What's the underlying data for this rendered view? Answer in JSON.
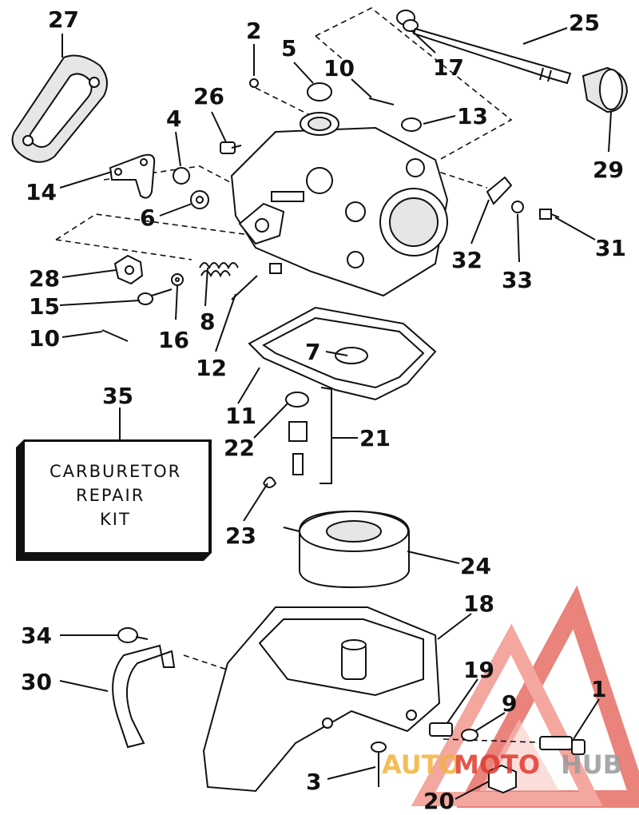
{
  "diagram": {
    "callouts": [
      "27",
      "2",
      "5",
      "10",
      "25",
      "17",
      "26",
      "4",
      "13",
      "29",
      "14",
      "6",
      "32",
      "31",
      "33",
      "28",
      "15",
      "8",
      "16",
      "10",
      "12",
      "7",
      "11",
      "35",
      "21",
      "22",
      "23",
      "24",
      "18",
      "34",
      "30",
      "19",
      "9",
      "1",
      "3",
      "20"
    ]
  },
  "kit_box": {
    "line1": "CARBURETOR",
    "line2": "REPAIR",
    "line3": "KIT"
  },
  "watermark": {
    "part1": "AUTO",
    "part2": "MOTO",
    "part3": "HUB",
    "colors": {
      "auto": "#f2b33d",
      "moto": "#e03a2f",
      "hub": "#9a9a9a"
    }
  }
}
